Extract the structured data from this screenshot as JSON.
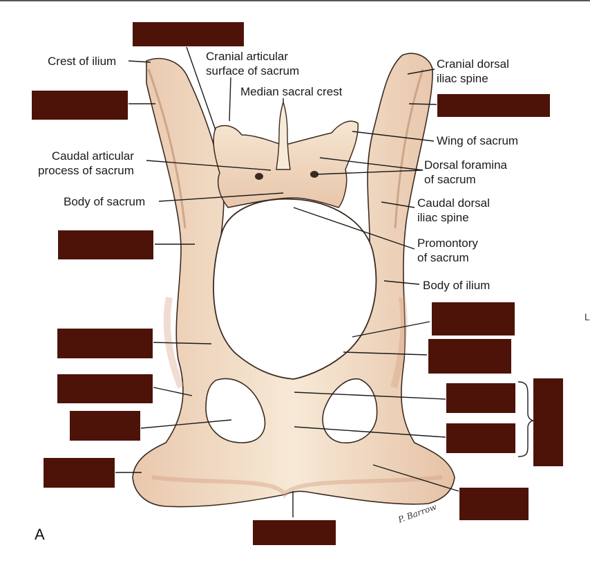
{
  "labels": {
    "crest_of_ilium": "Crest of ilium",
    "cranial_articular_surface": "Cranial articular\nsurface of sacrum",
    "median_sacral_crest": "Median sacral crest",
    "cranial_dorsal_iliac_spine": "Cranial dorsal\niliac spine",
    "wing_of_sacrum": "Wing of sacrum",
    "caudal_articular_process": "Caudal articular\nprocess of sacrum",
    "dorsal_foramina": "Dorsal foramina\nof sacrum",
    "body_of_sacrum": "Body of sacrum",
    "caudal_dorsal_iliac_spine": "Caudal dorsal\niliac spine",
    "promontory_of_sacrum": "Promontory\nof sacrum",
    "body_of_ilium": "Body of ilium"
  },
  "panel_letter": "A",
  "signature": "P. Barrow",
  "edge_char": "L",
  "colors": {
    "blank_box": "#4d1309",
    "bone": "#f3e1c9",
    "bone_shadow": "#d8a98c",
    "leader": "#1a1a1a"
  }
}
